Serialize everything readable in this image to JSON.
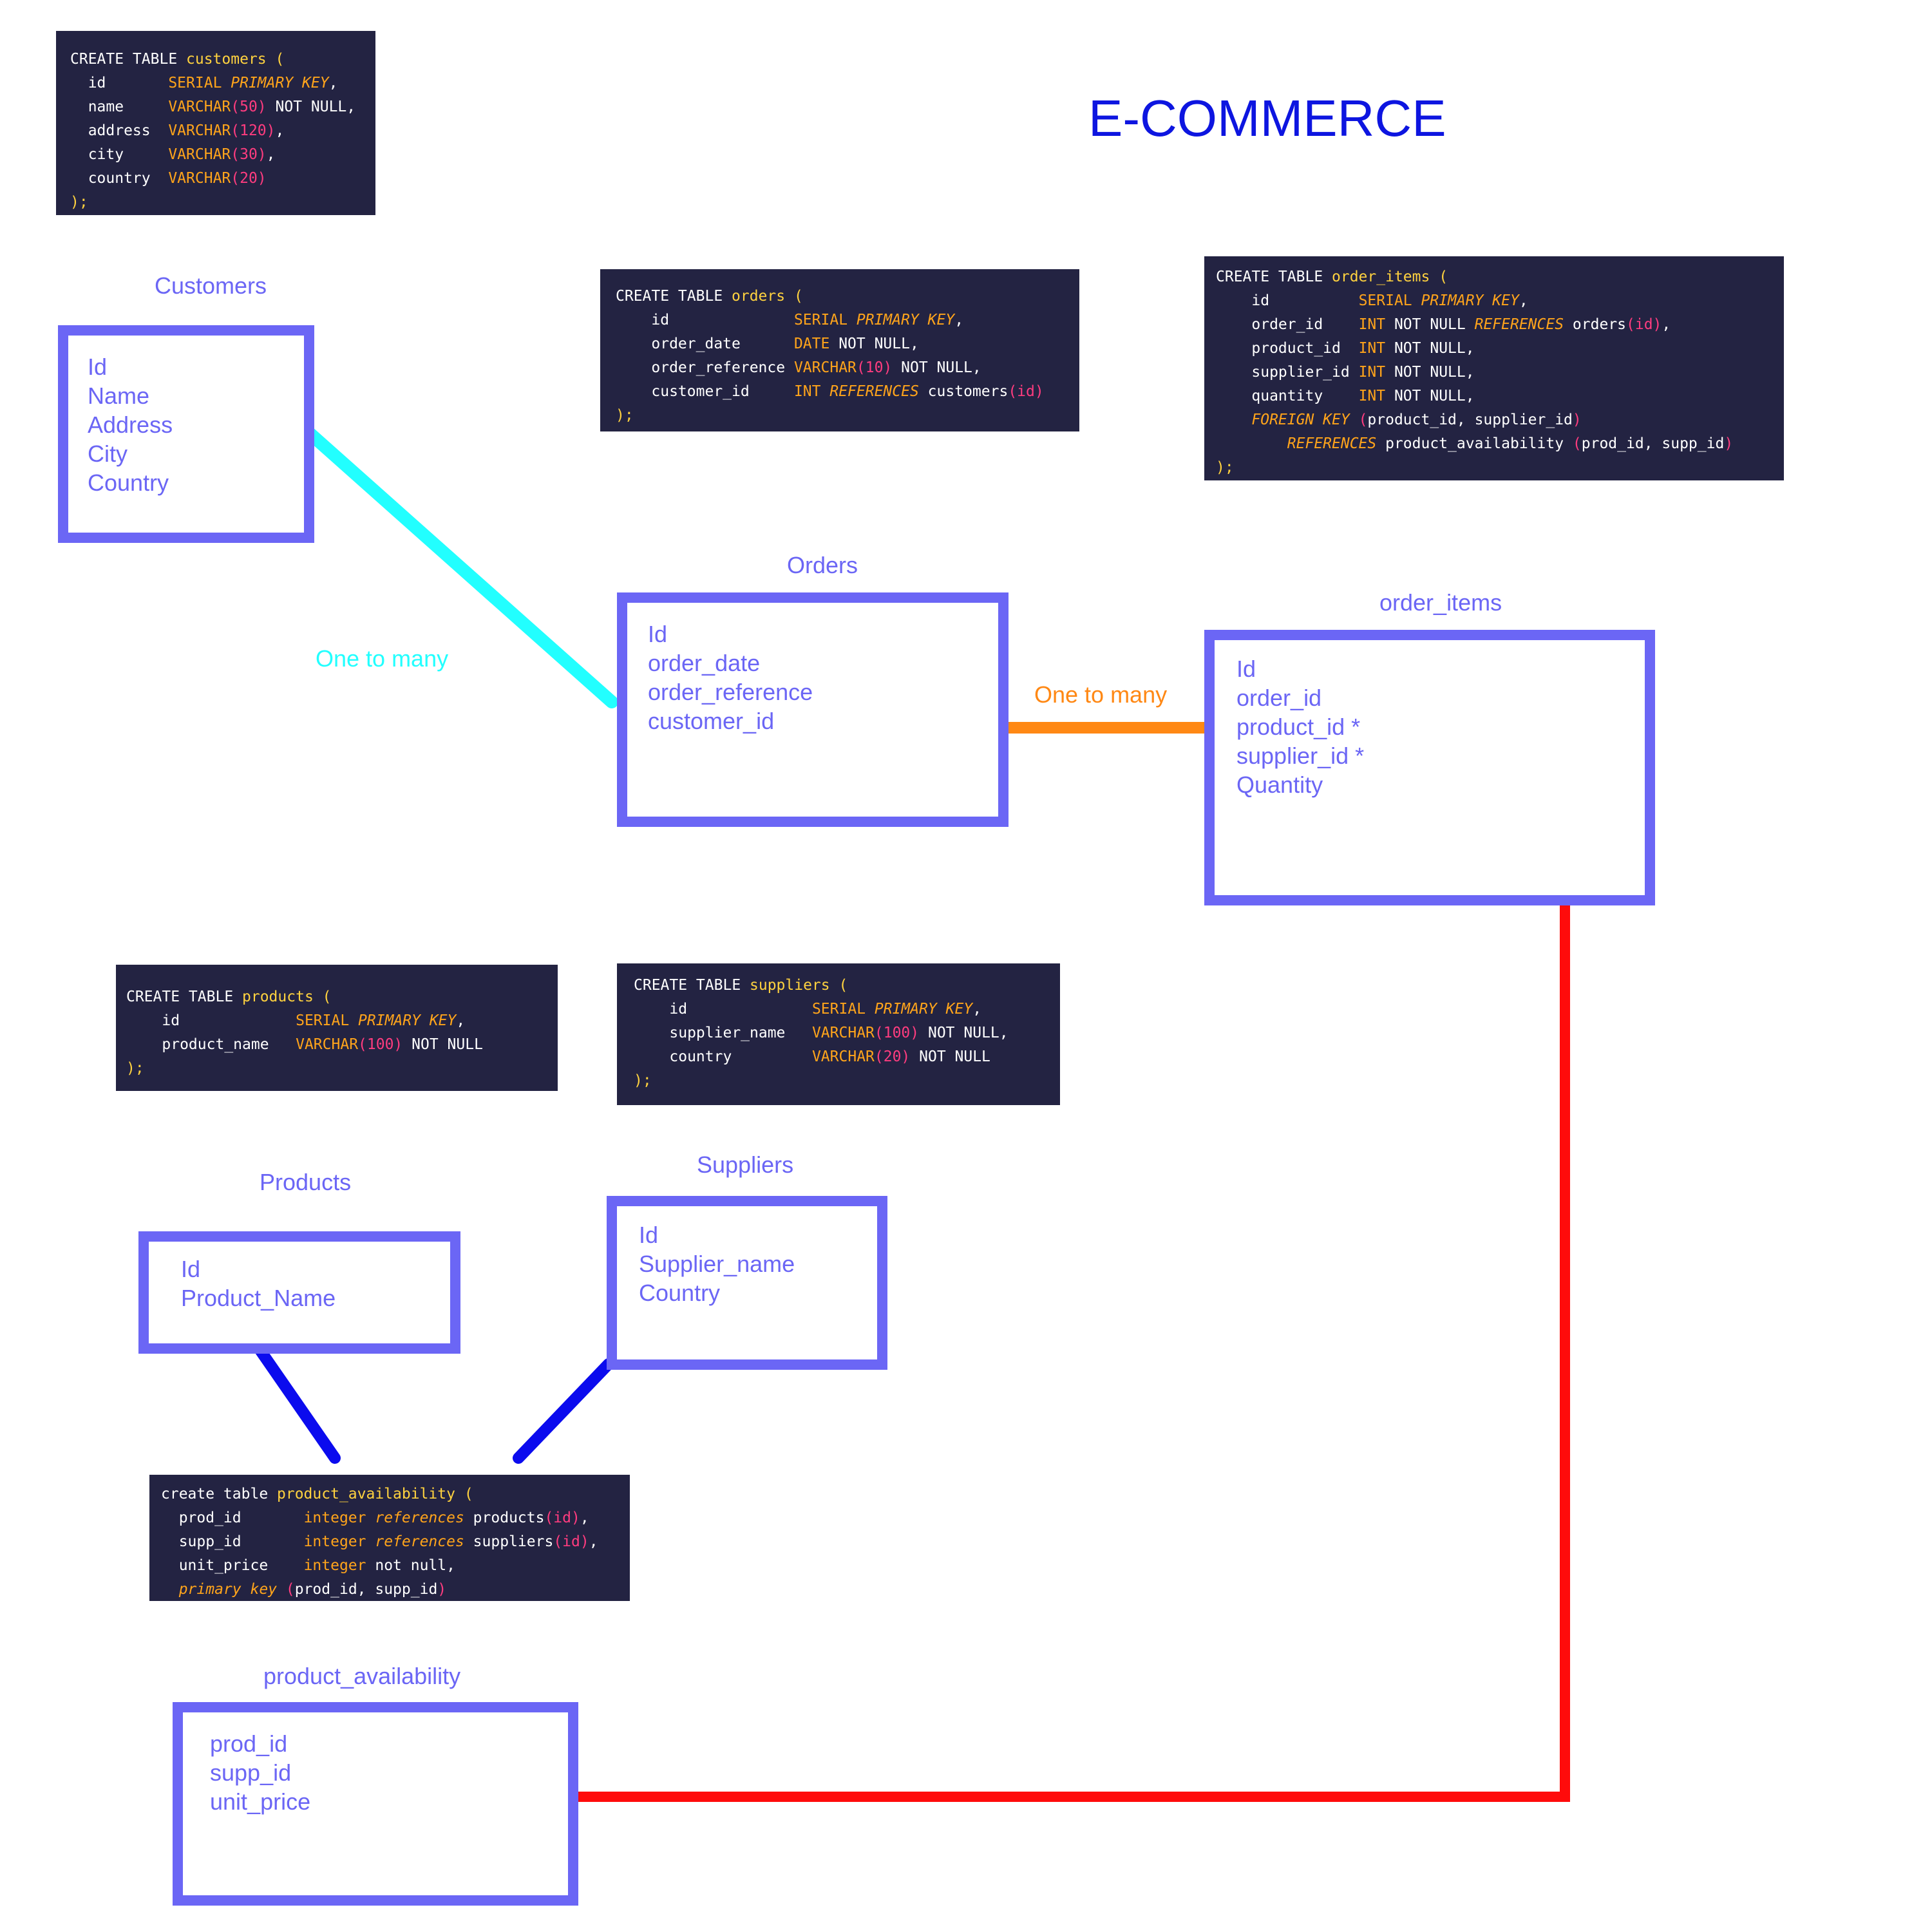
{
  "title": "E-COMMERCE",
  "colors": {
    "title": "#0d15e0",
    "entity": "#6b66f5",
    "code_bg": "#232342",
    "rel_customers_orders": "#22ffff",
    "rel_orders_items": "#ff8814",
    "rel_items_availability": "#ff0b0b",
    "rel_products_suppliers_availability": "#0b0bee"
  },
  "relations": {
    "customers_orders": "One to many",
    "orders_order_items": "One to many"
  },
  "entities": {
    "customers": {
      "label": "Customers",
      "fields": [
        "Id",
        "Name",
        "Address",
        "City",
        "Country"
      ]
    },
    "orders": {
      "label": "Orders",
      "fields": [
        "Id",
        "order_date",
        "order_reference",
        "customer_id"
      ]
    },
    "order_items": {
      "label": "order_items",
      "fields": [
        "Id",
        "order_id",
        "product_id *",
        "supplier_id *",
        "Quantity"
      ]
    },
    "products": {
      "label": "Products",
      "fields": [
        "Id",
        "Product_Name"
      ]
    },
    "suppliers": {
      "label": "Suppliers",
      "fields": [
        "Id",
        "Supplier_name",
        "Country"
      ]
    },
    "product_availability": {
      "label": "product_availability",
      "fields": [
        "prod_id",
        "supp_id",
        "unit_price"
      ]
    }
  },
  "code_blocks": {
    "customers": {
      "lines": [
        [
          "CREATE TABLE ",
          "customers",
          " ("
        ],
        [
          "  id       ",
          "SERIAL ",
          "PRIMARY KEY",
          ","
        ],
        [
          "  name     ",
          "VARCHAR",
          "(50)",
          " NOT NULL,"
        ],
        [
          "  address  ",
          "VARCHAR",
          "(120)",
          ","
        ],
        [
          "  city     ",
          "VARCHAR",
          "(30)",
          ","
        ],
        [
          "  country  ",
          "VARCHAR",
          "(20)"
        ],
        [
          ");"
        ]
      ]
    },
    "orders": {
      "lines": [
        [
          "CREATE TABLE ",
          "orders",
          " ("
        ],
        [
          "    id              ",
          "SERIAL ",
          "PRIMARY KEY",
          ","
        ],
        [
          "    order_date      ",
          "DATE",
          " NOT NULL,"
        ],
        [
          "    order_reference ",
          "VARCHAR",
          "(10)",
          " NOT NULL,"
        ],
        [
          "    customer_id     ",
          "INT ",
          "REFERENCES",
          " customers",
          "(id)"
        ],
        [
          ");"
        ]
      ]
    },
    "order_items": {
      "lines": [
        [
          "CREATE TABLE ",
          "order_items",
          " ("
        ],
        [
          "    id          ",
          "SERIAL ",
          "PRIMARY KEY",
          ","
        ],
        [
          "    order_id    ",
          "INT",
          " NOT NULL ",
          "REFERENCES",
          " orders",
          "(id)",
          ","
        ],
        [
          "    product_id  ",
          "INT",
          " NOT NULL,"
        ],
        [
          "    supplier_id ",
          "INT",
          " NOT NULL,"
        ],
        [
          "    quantity    ",
          "INT",
          " NOT NULL,"
        ],
        [
          "    ",
          "FOREIGN KEY",
          " (",
          "product_id, supplier_id",
          ")"
        ],
        [
          "        ",
          "REFERENCES",
          " product_availability ",
          "(",
          "prod_id, supp_id",
          ")"
        ],
        [
          ");"
        ]
      ]
    },
    "products": {
      "lines": [
        [
          "CREATE TABLE ",
          "products",
          " ("
        ],
        [
          "    id             ",
          "SERIAL ",
          "PRIMARY KEY",
          ","
        ],
        [
          "    product_name   ",
          "VARCHAR",
          "(100)",
          " NOT NULL"
        ],
        [
          ");"
        ]
      ]
    },
    "suppliers": {
      "lines": [
        [
          "CREATE TABLE ",
          "suppliers",
          " ("
        ],
        [
          "    id              ",
          "SERIAL ",
          "PRIMARY KEY",
          ","
        ],
        [
          "    supplier_name   ",
          "VARCHAR",
          "(100)",
          " NOT NULL,"
        ],
        [
          "    country         ",
          "VARCHAR",
          "(20)",
          " NOT NULL"
        ],
        [
          ");"
        ]
      ]
    },
    "product_availability": {
      "lines": [
        [
          "create table ",
          "product_availability",
          " ("
        ],
        [
          "  prod_id       ",
          "integer ",
          "references",
          " products",
          "(id)",
          ","
        ],
        [
          "  supp_id       ",
          "integer ",
          "references",
          " suppliers",
          "(id)",
          ","
        ],
        [
          "  unit_price    ",
          "integer",
          " not null,"
        ],
        [
          "  ",
          "primary key",
          " (",
          "prod_id, supp_id",
          ")"
        ]
      ]
    }
  }
}
